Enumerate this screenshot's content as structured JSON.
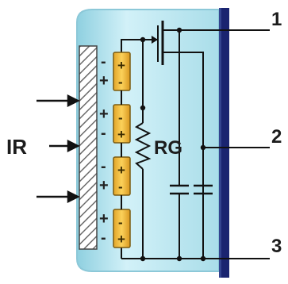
{
  "labels": {
    "ir": "IR",
    "rg": "RG",
    "pin_1": "1",
    "pin_2": "2",
    "pin_3": "3"
  },
  "polarity": {
    "cell_1": {
      "top": "-",
      "bottom": "+"
    },
    "cell_2": {
      "top": "+",
      "bottom": "-"
    },
    "cell_3": {
      "top": "-",
      "bottom": "+"
    },
    "cell_4": {
      "top": "+",
      "bottom": "-"
    }
  },
  "cell_marks": {
    "plus": "+",
    "minus": "-"
  },
  "colors": {
    "housing_fill": "#bfe9f3",
    "housing_edge": "#8cc8d8",
    "back_plate": "#1a2470",
    "cell_fill": "#f3c042",
    "cell_edge": "#7a5a10",
    "wire": "#111111",
    "window_hatch": "#6a6a6a"
  }
}
